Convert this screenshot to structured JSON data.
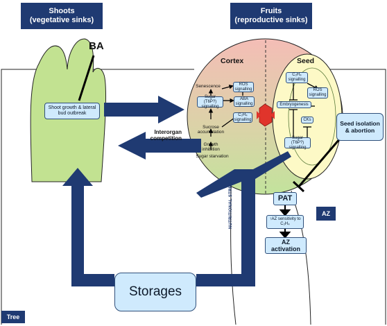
{
  "headers": {
    "shoots": "Shoots\n(vegetative sinks)",
    "shoots_line1": "Shoots",
    "shoots_line2": "(vegetative sinks)",
    "fruits_line1": "Fruits",
    "fruits_line2": "(reproductive sinks)"
  },
  "shoot": {
    "hormone": "BA",
    "box": "Shoot growth & lateral bud outbreak"
  },
  "cortex": {
    "title": "Cortex",
    "senescence": "Senescence",
    "ros": "ROS signalling",
    "sugar": "Sugar (T6P?) signalling",
    "aba": "ABA signalling",
    "ethylene": "C₂H₄ signalling",
    "sucrose": "Sucrose accumulation",
    "growth": "Growth inhibition",
    "starvation": "Sugar starvation"
  },
  "seed": {
    "title": "Seed",
    "ethylene": "C₂H₄ signalling",
    "ros": "ROS signalling",
    "embryo": "Embryogenesis",
    "cks": "CKs",
    "sugar": "Sugar (T6P?) signalling"
  },
  "labels": {
    "interorgan": "Interorgan competition",
    "seed_isolation": "Seed isolation & abortion",
    "nutritional_stress": "NUTRITIONAL STRESS",
    "storages": "Storages",
    "tree": "Tree",
    "az": "AZ",
    "pat": "PAT",
    "az_sensitivity": "↑AZ sensitivity to C₂H₄",
    "az_activation": "AZ activation"
  },
  "colors": {
    "navy": "#1f3a72",
    "shoot_green": "#c2e291",
    "chip_blue": "#cfeafd",
    "seed_yellow": "#fdf9c6",
    "cortex_pink": "#f4c1b8",
    "cortex_green": "#c4e39f",
    "red_marker": "#e0342b"
  }
}
